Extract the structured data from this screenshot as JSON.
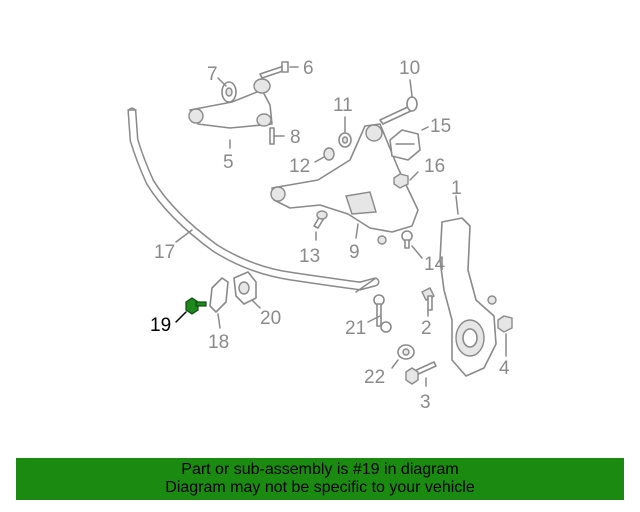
{
  "labels": {
    "l1": "1",
    "l2": "2",
    "l3": "3",
    "l4": "4",
    "l5": "5",
    "l6": "6",
    "l7": "7",
    "l8": "8",
    "l9": "9",
    "l10": "10",
    "l11": "11",
    "l12": "12",
    "l13": "13",
    "l14": "14",
    "l15": "15",
    "l16": "16",
    "l17": "17",
    "l18": "18",
    "l19": "19",
    "l20": "20",
    "l21": "21",
    "l22": "22"
  },
  "highlight": {
    "part": "19",
    "color": "#1e8a1e"
  },
  "banner": {
    "line1": "Part or sub-assembly is #19 in diagram",
    "line2": "Diagram may not be specific to your vehicle",
    "background": "#1a8a10"
  }
}
